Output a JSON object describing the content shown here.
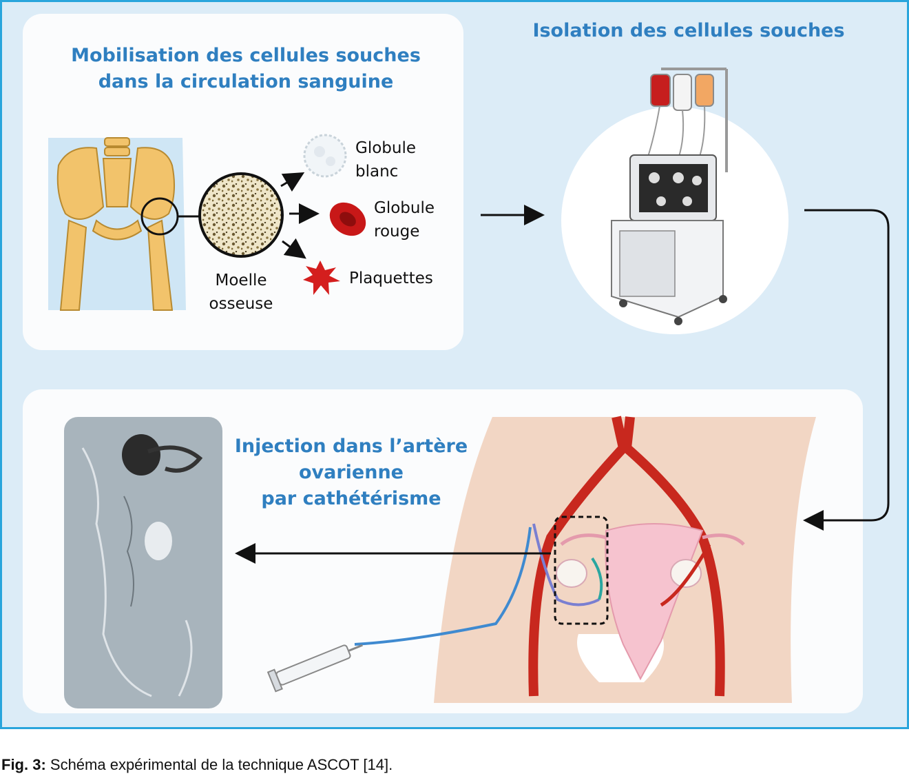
{
  "panels": {
    "mobilisation": {
      "title_line1": "Mobilisation des cellules souches",
      "title_line2": "dans la circulation sanguine",
      "marrow_label_line1": "Moelle",
      "marrow_label_line2": "osseuse",
      "cells": [
        {
          "line1": "Globule",
          "line2": "blanc"
        },
        {
          "line1": "Globule",
          "line2": "rouge"
        },
        {
          "line1": "Plaquettes",
          "line2": ""
        }
      ]
    },
    "isolation": {
      "title": "Isolation des cellules souches"
    },
    "injection": {
      "title_line1": "Injection dans l’artère",
      "title_line2": "ovarienne",
      "title_line3": "par cathétérisme"
    }
  },
  "caption": {
    "label": "Fig. 3:",
    "text": " Schéma expérimental de la technique ASCOT [14]."
  },
  "colors": {
    "title_blue": "#2f7fc0",
    "frame_border": "#29a5dc",
    "background": "#dcecf7",
    "artery_red": "#c8281e",
    "bone": "#f2c36b"
  }
}
